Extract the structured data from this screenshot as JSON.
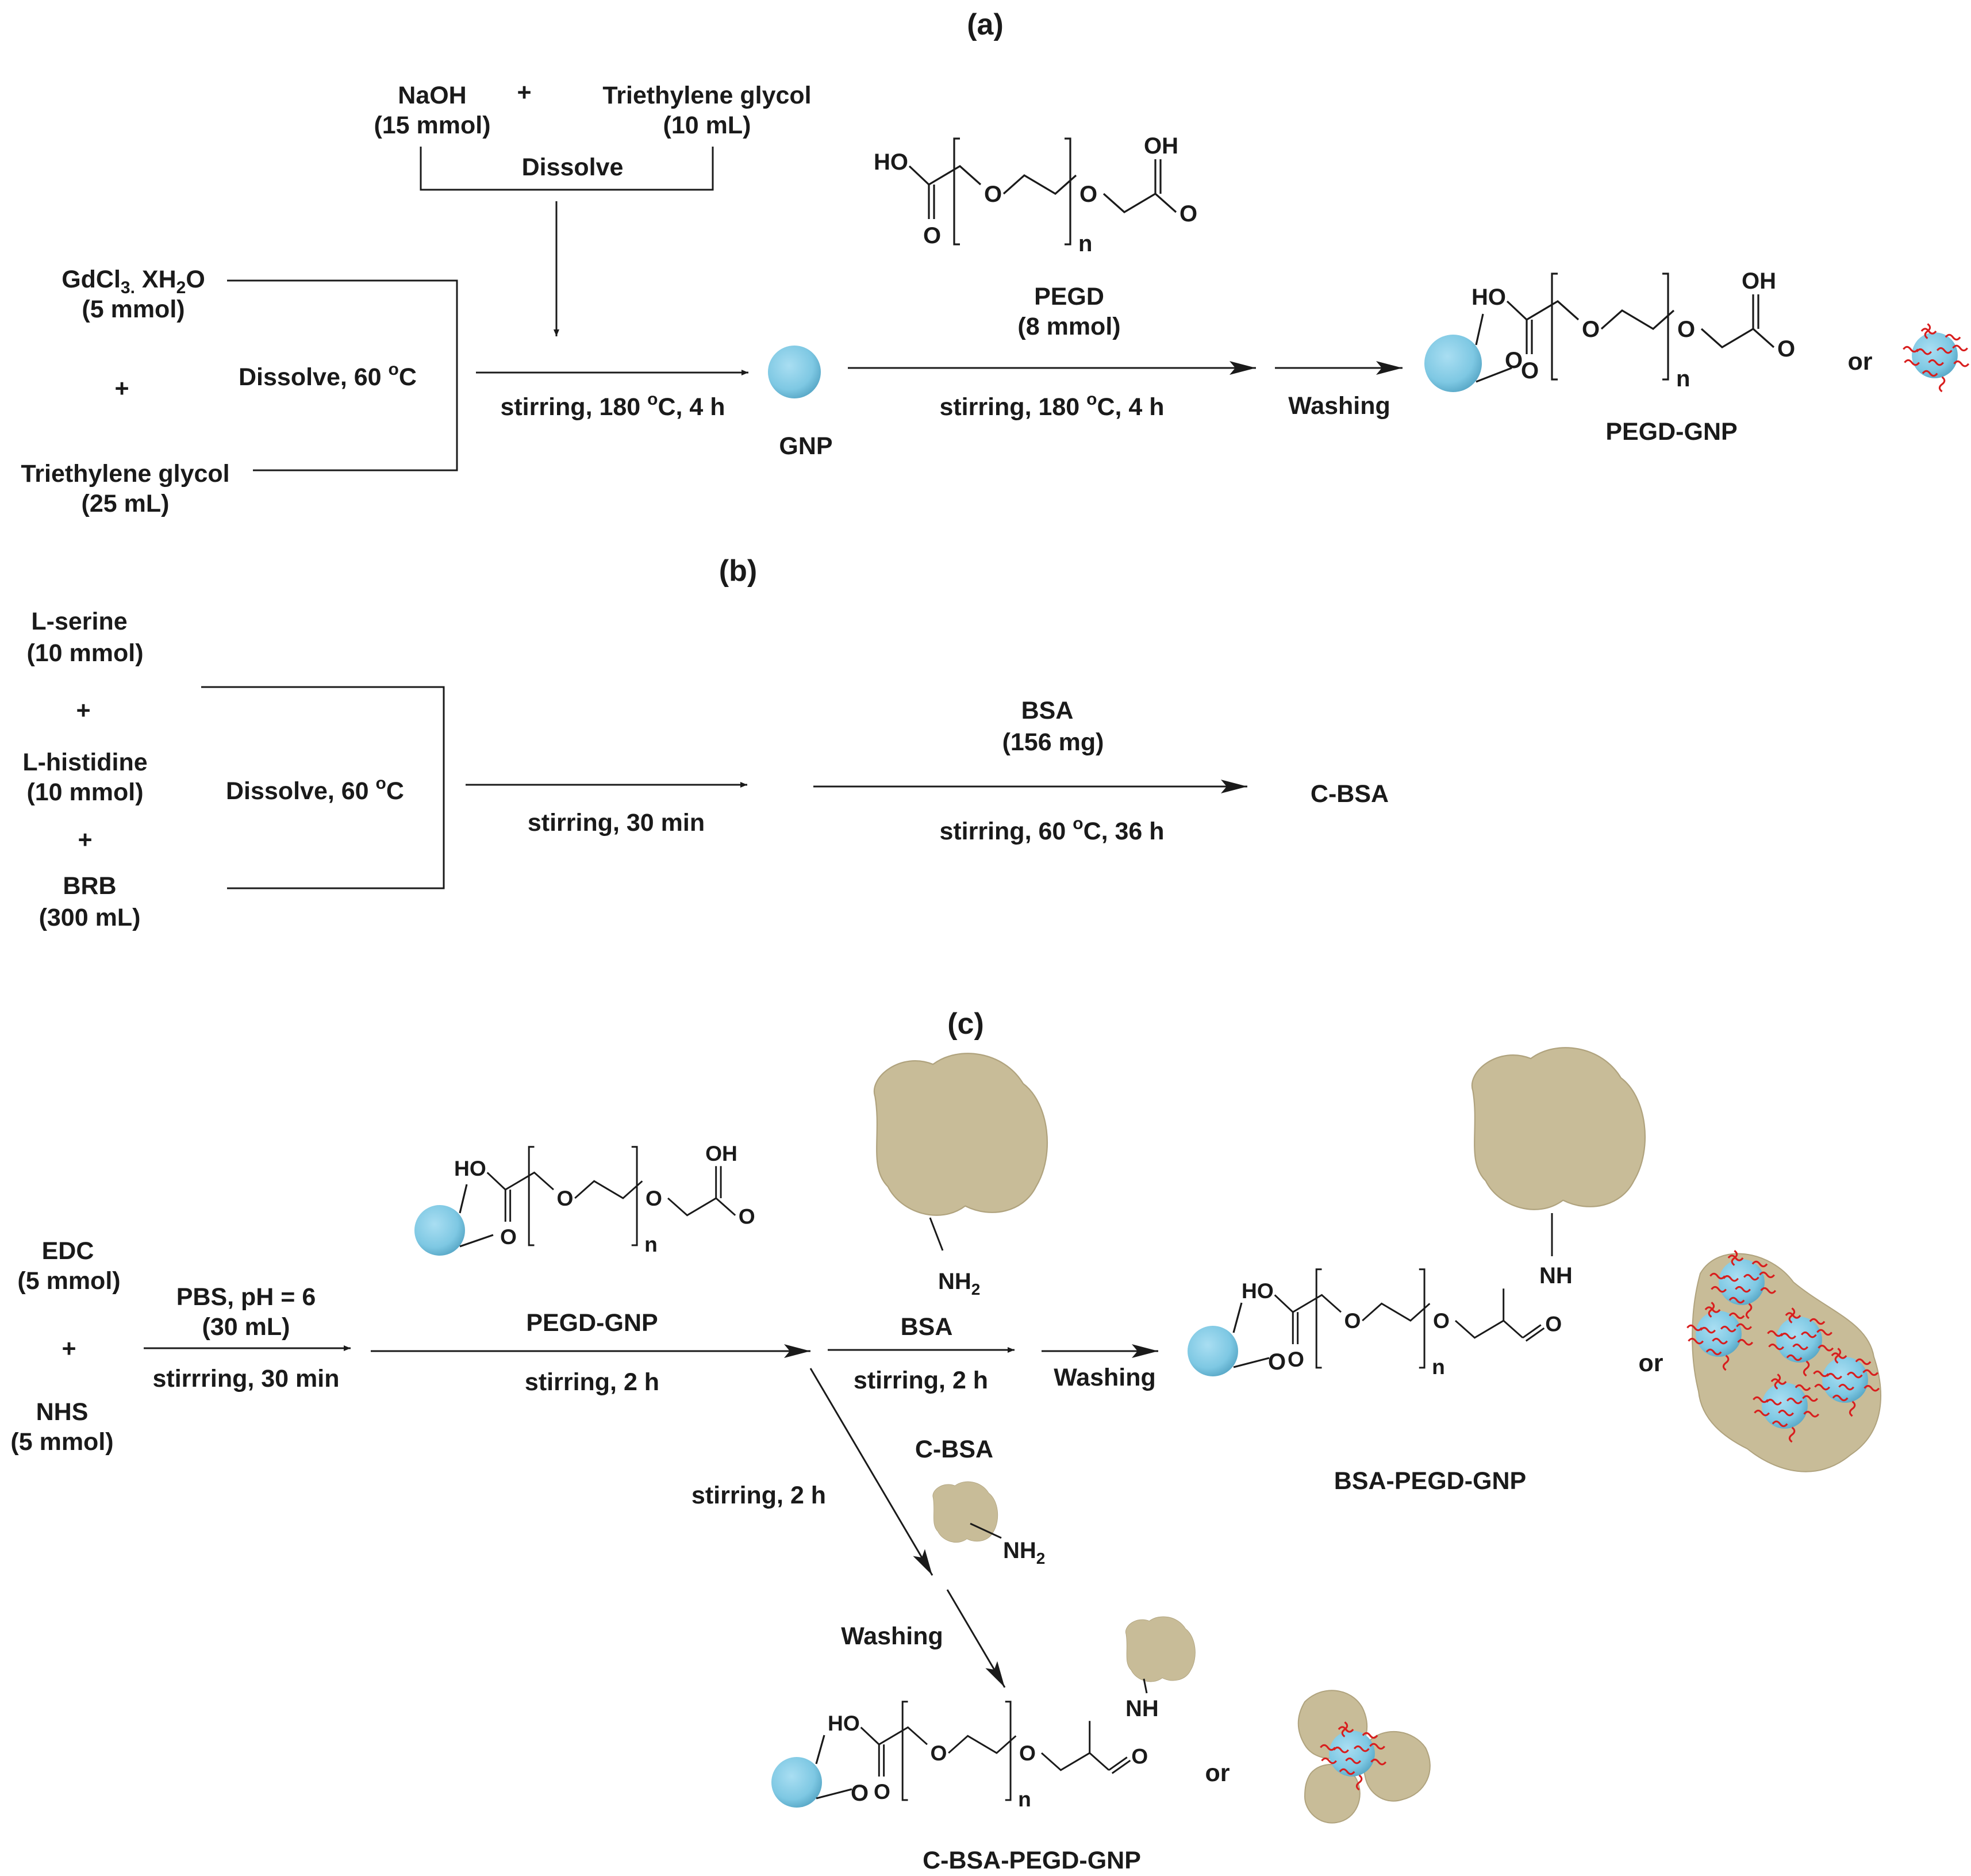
{
  "panels": {
    "a": "(a)",
    "b": "(b)",
    "c": "(c)"
  },
  "a": {
    "naoh": "NaOH",
    "naoh_amt": "(15 mmol)",
    "plus1": "+",
    "teg1": "Triethylene glycol",
    "teg1_amt": "(10 mL)",
    "dissolve": "Dissolve",
    "gdcl": "GdCl3. XH2O",
    "gdcl_amt": "(5 mmol)",
    "plus2": "+",
    "teg2": "Triethylene glycol",
    "teg2_amt": "(25 mL)",
    "dissolve60": "Dissolve, 60 °C",
    "cond1": "stirring, 180 °C, 4 h",
    "gnp": "GNP",
    "pegd": "PEGD",
    "pegd_amt": "(8 mmol)",
    "cond2": "stirring, 180 °C, 4 h",
    "washing": "Washing",
    "product": "PEGD-GNP",
    "or": "or"
  },
  "b": {
    "serine": "L-serine",
    "serine_amt": "(10 mmol)",
    "plus1": "+",
    "histidine": "L-histidine",
    "histidine_amt": "(10 mmol)",
    "plus2": "+",
    "brb": "BRB",
    "brb_amt": "(300 mL)",
    "dissolve60": "Dissolve, 60 °C",
    "cond1": "stirring, 30 min",
    "bsa": "BSA",
    "bsa_amt": "(156 mg)",
    "cond2": "stirring, 60 °C, 36 h",
    "product": "C-BSA"
  },
  "c": {
    "edc": "EDC",
    "edc_amt": "(5 mmol)",
    "plus": "+",
    "nhs": "NHS",
    "nhs_amt": "(5 mmol)",
    "pbs": "PBS, pH = 6",
    "pbs_amt": "(30 mL)",
    "cond1": "stirrring, 30 min",
    "pegd_gnp": "PEGD-GNP",
    "cond2": "stirring, 2 h",
    "bsa": "BSA",
    "cond3": "stirring, 2 h",
    "washing": "Washing",
    "product1": "BSA-PEGD-GNP",
    "or1": "or",
    "cbsa": "C-BSA",
    "cond4": "stirring, 2 h",
    "washing2": "Washing",
    "product2": "C-BSA-PEGD-GNP",
    "or2": "or"
  },
  "chem": {
    "ho": "HO",
    "oh": "OH",
    "o": "O",
    "n": "n",
    "nh": "NH",
    "nh2": "NH2"
  },
  "colors": {
    "nanoparticle": "#7ec8e3",
    "protein": "#c8bc98",
    "peg_chain": "#d81e1e"
  }
}
